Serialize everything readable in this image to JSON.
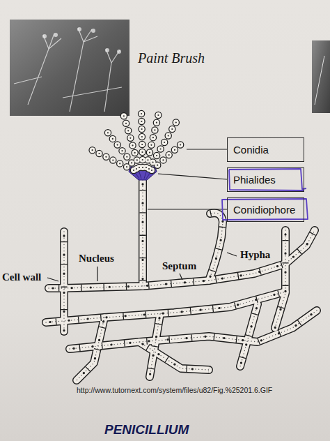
{
  "diagram": {
    "caption": "PENICILLIUM",
    "nodes": [
      {
        "text": [
          "Conidia"
        ]
      },
      {
        "text": [
          "Phialides"
        ]
      },
      {
        "text": [
          "Conidiophore"
        ]
      }
    ],
    "labels": [
      "Paint Brush",
      "Nucleus",
      "Septum",
      "Hypha",
      "Cell wall",
      "http://www.tutornext.com/system/files/u82/Fig.%25201.6.GIF"
    ]
  }
}
